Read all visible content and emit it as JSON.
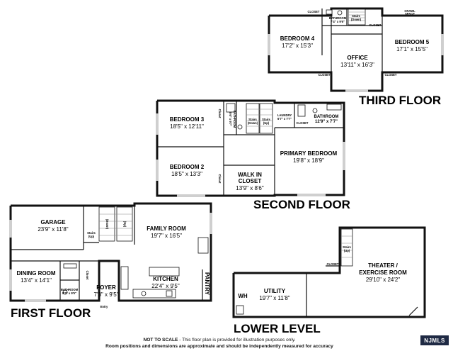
{
  "floors": {
    "third": "THIRD FLOOR",
    "second": "SECOND FLOOR",
    "first": "FIRST FLOOR",
    "lower": "LOWER LEVEL"
  },
  "rooms": {
    "bedroom4": {
      "name": "BEDROOM 4",
      "dims": "17'2\" x 15'3\""
    },
    "bedroom5": {
      "name": "BEDROOM 5",
      "dims": "17'1\" x 15'5\""
    },
    "office": {
      "name": "OFFICE",
      "dims": "13'11\" x 16'3\""
    },
    "bath3": {
      "name": "BATHROOM",
      "dims": "7'4\" x 9'6\""
    },
    "bedroom3": {
      "name": "BEDROOM 3",
      "dims": "18'5\" x 12'11\""
    },
    "bedroom2": {
      "name": "BEDROOM 2",
      "dims": "18'5\" x 13'3\""
    },
    "bath2a": {
      "name": "BATHROOM",
      "dims": "5'6\" x 9'7\""
    },
    "laundry": {
      "name": "LAUNDRY",
      "dims": "6'7\" x 7'7\""
    },
    "bath2b": {
      "name": "BATHROOM",
      "dims": "12'9\" x 7'7\""
    },
    "primary": {
      "name": "PRIMARY BEDROOM",
      "dims": "19'8\" x 18'9\""
    },
    "walkin": {
      "name": "WALK IN",
      "name2": "CLOSET",
      "dims": "13'9\" x 8'6\""
    },
    "garage": {
      "name": "GARAGE",
      "dims": "23'9\" x 11'8\""
    },
    "family": {
      "name": "FAMILY ROOM",
      "dims": "19'7\" x 16'5\""
    },
    "dining": {
      "name": "DINING ROOM",
      "dims": "13'4\" x 14'1\""
    },
    "bath1": {
      "name": "BATHROOM",
      "dims": "8'3\" x 9'5\""
    },
    "foyer": {
      "name": "FOYER",
      "dims": "7'3\" x 9'5\""
    },
    "kitchen": {
      "name": "KITCHEN",
      "dims": "22'4\" x 9'5\""
    },
    "pantry": {
      "name": "PANTRY"
    },
    "utility": {
      "name": "UTILITY",
      "dims": "19'7\" x 11'8\""
    },
    "theater": {
      "name": "THEATER /",
      "name2": "EXERCISE ROOM",
      "dims": "29'10\" x 24'2\""
    }
  },
  "labels": {
    "closet": "CLOSET",
    "closet_v": "Closet",
    "crawl1": "CRAWL",
    "crawl2": "SPACE",
    "stairs": "Stairs",
    "stairs_down": "(Down)",
    "stairs_up": "(Up)",
    "entry": "Entry",
    "wh": "WH"
  },
  "note": {
    "line1_bold": "NOT TO SCALE",
    "line1_rest": " - This floor plan is provided for illustration purposes only.",
    "line2": "Room positions and dimensions are approximate and should be independently measured for accuracy"
  },
  "logo": "NJMLS"
}
